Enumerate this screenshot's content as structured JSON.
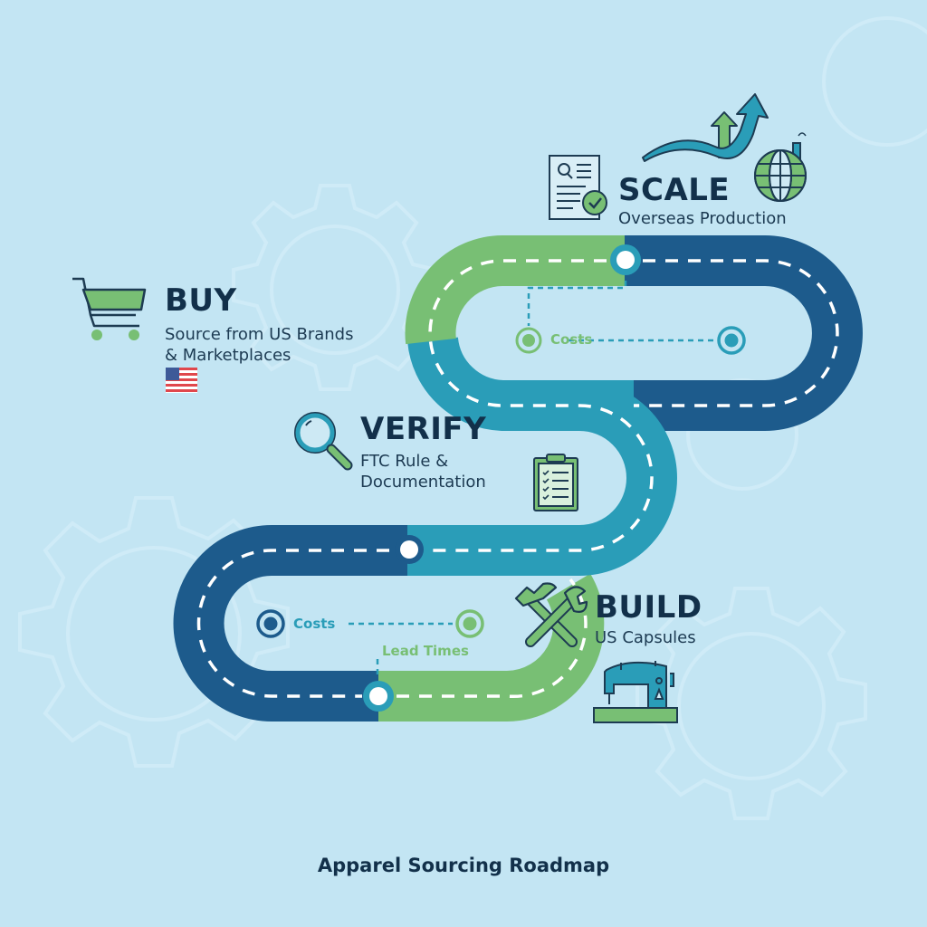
{
  "roadmap": {
    "title": "Apparel Sourcing Roadmap",
    "stages": [
      {
        "id": "buy",
        "title": "BUY",
        "subtitle_lines": [
          "Source from US Brands",
          "& Marketplaces"
        ],
        "icons": [
          "shopping-cart-icon",
          "us-flag-icon"
        ]
      },
      {
        "id": "verify",
        "title": "VERIFY",
        "subtitle_lines": [
          "FTC Rule &",
          "Documentation"
        ],
        "icons": [
          "magnifying-glass-icon",
          "clipboard-checklist-icon"
        ]
      },
      {
        "id": "build",
        "title": "BUILD",
        "subtitle_lines": [
          "US Capsules"
        ],
        "icons": [
          "hammer-wrench-icon",
          "sewing-machine-icon"
        ]
      },
      {
        "id": "scale",
        "title": "SCALE",
        "subtitle_lines": [
          "Overseas Production"
        ],
        "icons": [
          "document-check-icon",
          "growth-arrows-icon",
          "globe-factory-icon"
        ]
      }
    ],
    "markers": {
      "upper_costs": "Costs",
      "lower_costs": "Costs",
      "lead_times": "Lead Times"
    }
  },
  "colors": {
    "background": "#c3e5f3",
    "road_dark_blue": "#1d5b8c",
    "road_teal": "#2a9db8",
    "road_green": "#78bf74",
    "text_dark": "#12304a",
    "dash": "#ffffff"
  }
}
